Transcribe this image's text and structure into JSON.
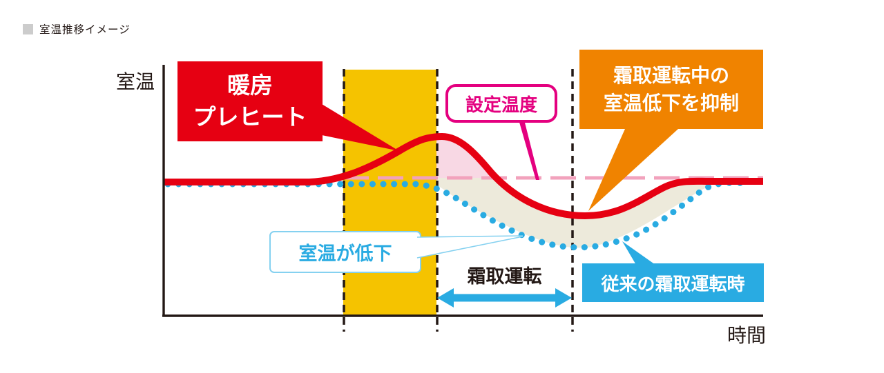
{
  "header": {
    "title": "室温推移イメージ"
  },
  "axes": {
    "y_label": "室温",
    "x_label": "時間"
  },
  "callouts": {
    "preheat": {
      "line1": "暖房",
      "line2": "プレヒート"
    },
    "set_temp": {
      "label": "設定温度"
    },
    "suppress": {
      "line1": "霜取運転中の",
      "line2": "室温低下を抑制"
    },
    "conventional": {
      "label": "従来の霜取運転時"
    },
    "temp_drop": {
      "label": "室温が低下"
    },
    "defrost_period": {
      "label": "霜取運転"
    }
  },
  "colors": {
    "red_curve": "#e60012",
    "cyan_dots": "#29abe2",
    "set_temp_dash": "#f2a2bc",
    "magenta": "#e4007f",
    "orange": "#f08300",
    "preheat_band_yellow": "#f5c300",
    "pink_fill": "#f8d8e4",
    "beige_fill": "#edeadb",
    "axis_black": "#231815",
    "header_gray": "#cccccc"
  },
  "chart_data": {
    "type": "line",
    "title": "室温推移イメージ",
    "xlabel": "時間",
    "ylabel": "室温",
    "axis_numeric_scale": false,
    "x_unit": "relative time 0-100 (no ticks shown)",
    "y_unit": "relative temperature, set-point = 0 (no ticks shown)",
    "series": [
      {
        "name": "暖房プレヒート",
        "style": "thick solid line",
        "color": "#e60012",
        "points": [
          [
            0,
            -0.12
          ],
          [
            24,
            -0.12
          ],
          [
            30,
            0.05
          ],
          [
            37,
            0.6
          ],
          [
            46,
            1.2
          ],
          [
            55,
            0.1
          ],
          [
            70,
            -1.1
          ],
          [
            84,
            -0.25
          ],
          [
            91,
            -0.1
          ],
          [
            100,
            -0.1
          ]
        ]
      },
      {
        "name": "設定温度",
        "style": "dashed horizontal line",
        "color": "#f2a2bc",
        "points": [
          [
            30,
            0
          ],
          [
            100,
            0
          ]
        ]
      },
      {
        "name": "従来の霜取運転時",
        "style": "dotted line",
        "color": "#29abe2",
        "points": [
          [
            0,
            -0.18
          ],
          [
            42,
            -0.18
          ],
          [
            52,
            -0.95
          ],
          [
            61,
            -1.85
          ],
          [
            70,
            -2.0
          ],
          [
            78,
            -1.7
          ],
          [
            87,
            -0.7
          ],
          [
            93,
            -0.2
          ],
          [
            98,
            -0.18
          ]
        ]
      }
    ],
    "bands": [
      {
        "name": "暖房プレヒート期間 (yellow band)",
        "x_from": 30,
        "x_to": 45.5,
        "color": "#f5c300"
      },
      {
        "name": "霜取運転期間 (arrow span)",
        "x_from": 45.5,
        "x_to": 68,
        "color": "#29abe2"
      }
    ],
    "vertical_dashed_lines_x": [
      30,
      45.5,
      68
    ],
    "filled_regions": [
      {
        "name": "上振れ領域 (above set temp)",
        "color": "#f8d8e4"
      },
      {
        "name": "従来比の低下抑制領域 (between curves)",
        "color": "#edeadb"
      }
    ],
    "annotations": [
      "暖房プレヒート",
      "設定温度",
      "霜取運転中の室温低下を抑制",
      "室温が低下",
      "霜取運転",
      "従来の霜取運転時"
    ],
    "ylim": [
      -2.6,
      1.8
    ],
    "grid": false,
    "legend_position": "none (callout boxes on chart)"
  }
}
